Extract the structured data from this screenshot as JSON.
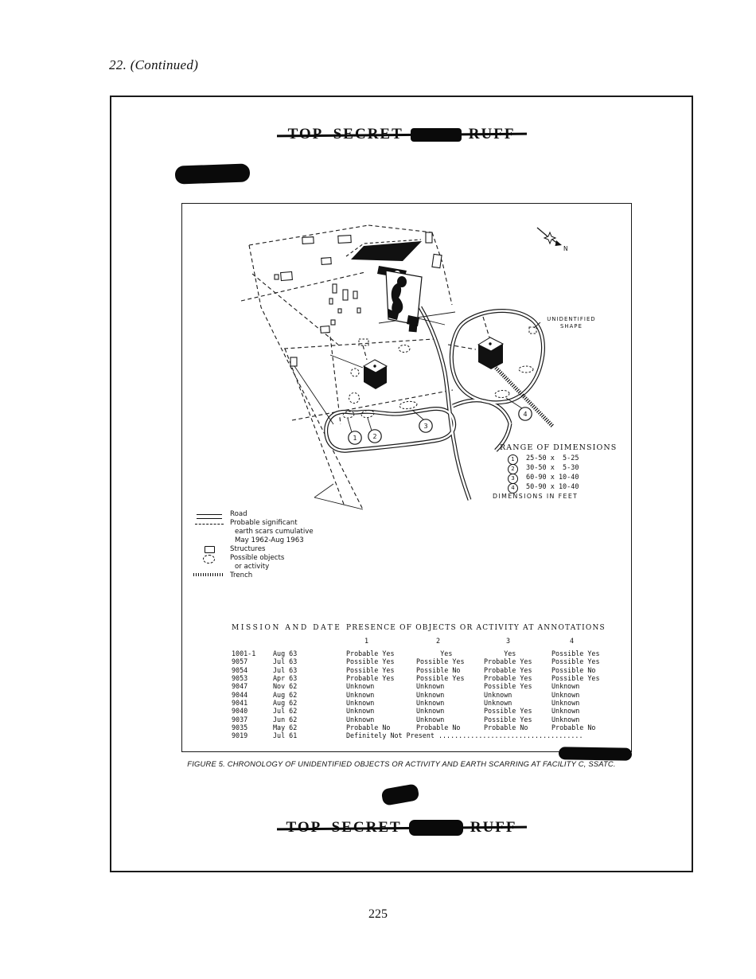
{
  "page": {
    "continuation_label": "22. (Continued)",
    "page_number": "225"
  },
  "banner": {
    "top_secret": "TOP  SECRET",
    "ruff": "RUFF"
  },
  "figure": {
    "caption": "FIGURE 5.  CHRONOLOGY OF UNIDENTIFIED OBJECTS OR ACTIVITY AND EARTH SCARRING AT FACILITY C, SSATC.",
    "map": {
      "north_label": "N",
      "unidentified_line1": "UNIDENTIFIED",
      "unidentified_line2": "SHAPE",
      "annotation_1": "1",
      "annotation_2": "2",
      "annotation_3": "3",
      "annotation_4": "4"
    },
    "dimensions": {
      "title": "RANGE OF DIMENSIONS",
      "row1_num": "1",
      "row1_range": "25-50 x  5-25",
      "row2_num": "2",
      "row2_range": "30-50 x  5-30",
      "row3_num": "3",
      "row3_range": "60-90 x 10-40",
      "row4_num": "4",
      "row4_range": "50-90 x 10-40",
      "footer": "DIMENSIONS IN FEET"
    },
    "legend": {
      "road": "Road",
      "scars_line1": "Probable significant",
      "scars_line2": "earth scars cumulative",
      "scars_line3": "May 1962-Aug 1963",
      "structures": "Structures",
      "objects_line1": "Possible objects",
      "objects_line2": "or activity",
      "trench": "Trench"
    }
  },
  "table": {
    "header_mission": "MISSION AND DATE",
    "header_presence": "PRESENCE OF OBJECTS OR ACTIVITY AT ANNOTATIONS",
    "col1": "1",
    "col2": "2",
    "col3": "3",
    "col4": "4",
    "rows": [
      {
        "mission": "1001-1",
        "date": "Aug 63",
        "a1": "Probable Yes",
        "a2": "      Yes",
        "a3": "     Yes",
        "a4": "Possible Yes"
      },
      {
        "mission": "9057",
        "date": "Jul 63",
        "a1": "Possible Yes",
        "a2": "Possible Yes",
        "a3": "Probable Yes",
        "a4": "Possible Yes"
      },
      {
        "mission": "9054",
        "date": "Jul 63",
        "a1": "Possible Yes",
        "a2": "Possible No",
        "a3": "Probable Yes",
        "a4": "Possible No"
      },
      {
        "mission": "9053",
        "date": "Apr 63",
        "a1": "Probable Yes",
        "a2": "Possible Yes",
        "a3": "Probable Yes",
        "a4": "Possible Yes"
      },
      {
        "mission": "9047",
        "date": "Nov 62",
        "a1": "Unknown",
        "a2": "Unknown",
        "a3": "Possible Yes",
        "a4": "Unknown"
      },
      {
        "mission": "9044",
        "date": "Aug 62",
        "a1": "Unknown",
        "a2": "Unknown",
        "a3": "Unknown",
        "a4": "Unknown"
      },
      {
        "mission": "9041",
        "date": "Aug 62",
        "a1": "Unknown",
        "a2": "Unknown",
        "a3": "Unknown",
        "a4": "Unknown"
      },
      {
        "mission": "9040",
        "date": "Jul 62",
        "a1": "Unknown",
        "a2": "Unknown",
        "a3": "Possible Yes",
        "a4": "Unknown"
      },
      {
        "mission": "9037",
        "date": "Jun 62",
        "a1": "Unknown",
        "a2": "Unknown",
        "a3": "Possible Yes",
        "a4": "Unknown"
      },
      {
        "mission": "9035",
        "date": "May 62",
        "a1": "Probable No",
        "a2": "Probable No",
        "a3": "Probable No",
        "a4": "Probable No"
      },
      {
        "mission": "9019",
        "date": "Jul 61",
        "a1": "Definitely Not Present ....................................",
        "a2": "",
        "a3": "",
        "a4": ""
      }
    ]
  }
}
